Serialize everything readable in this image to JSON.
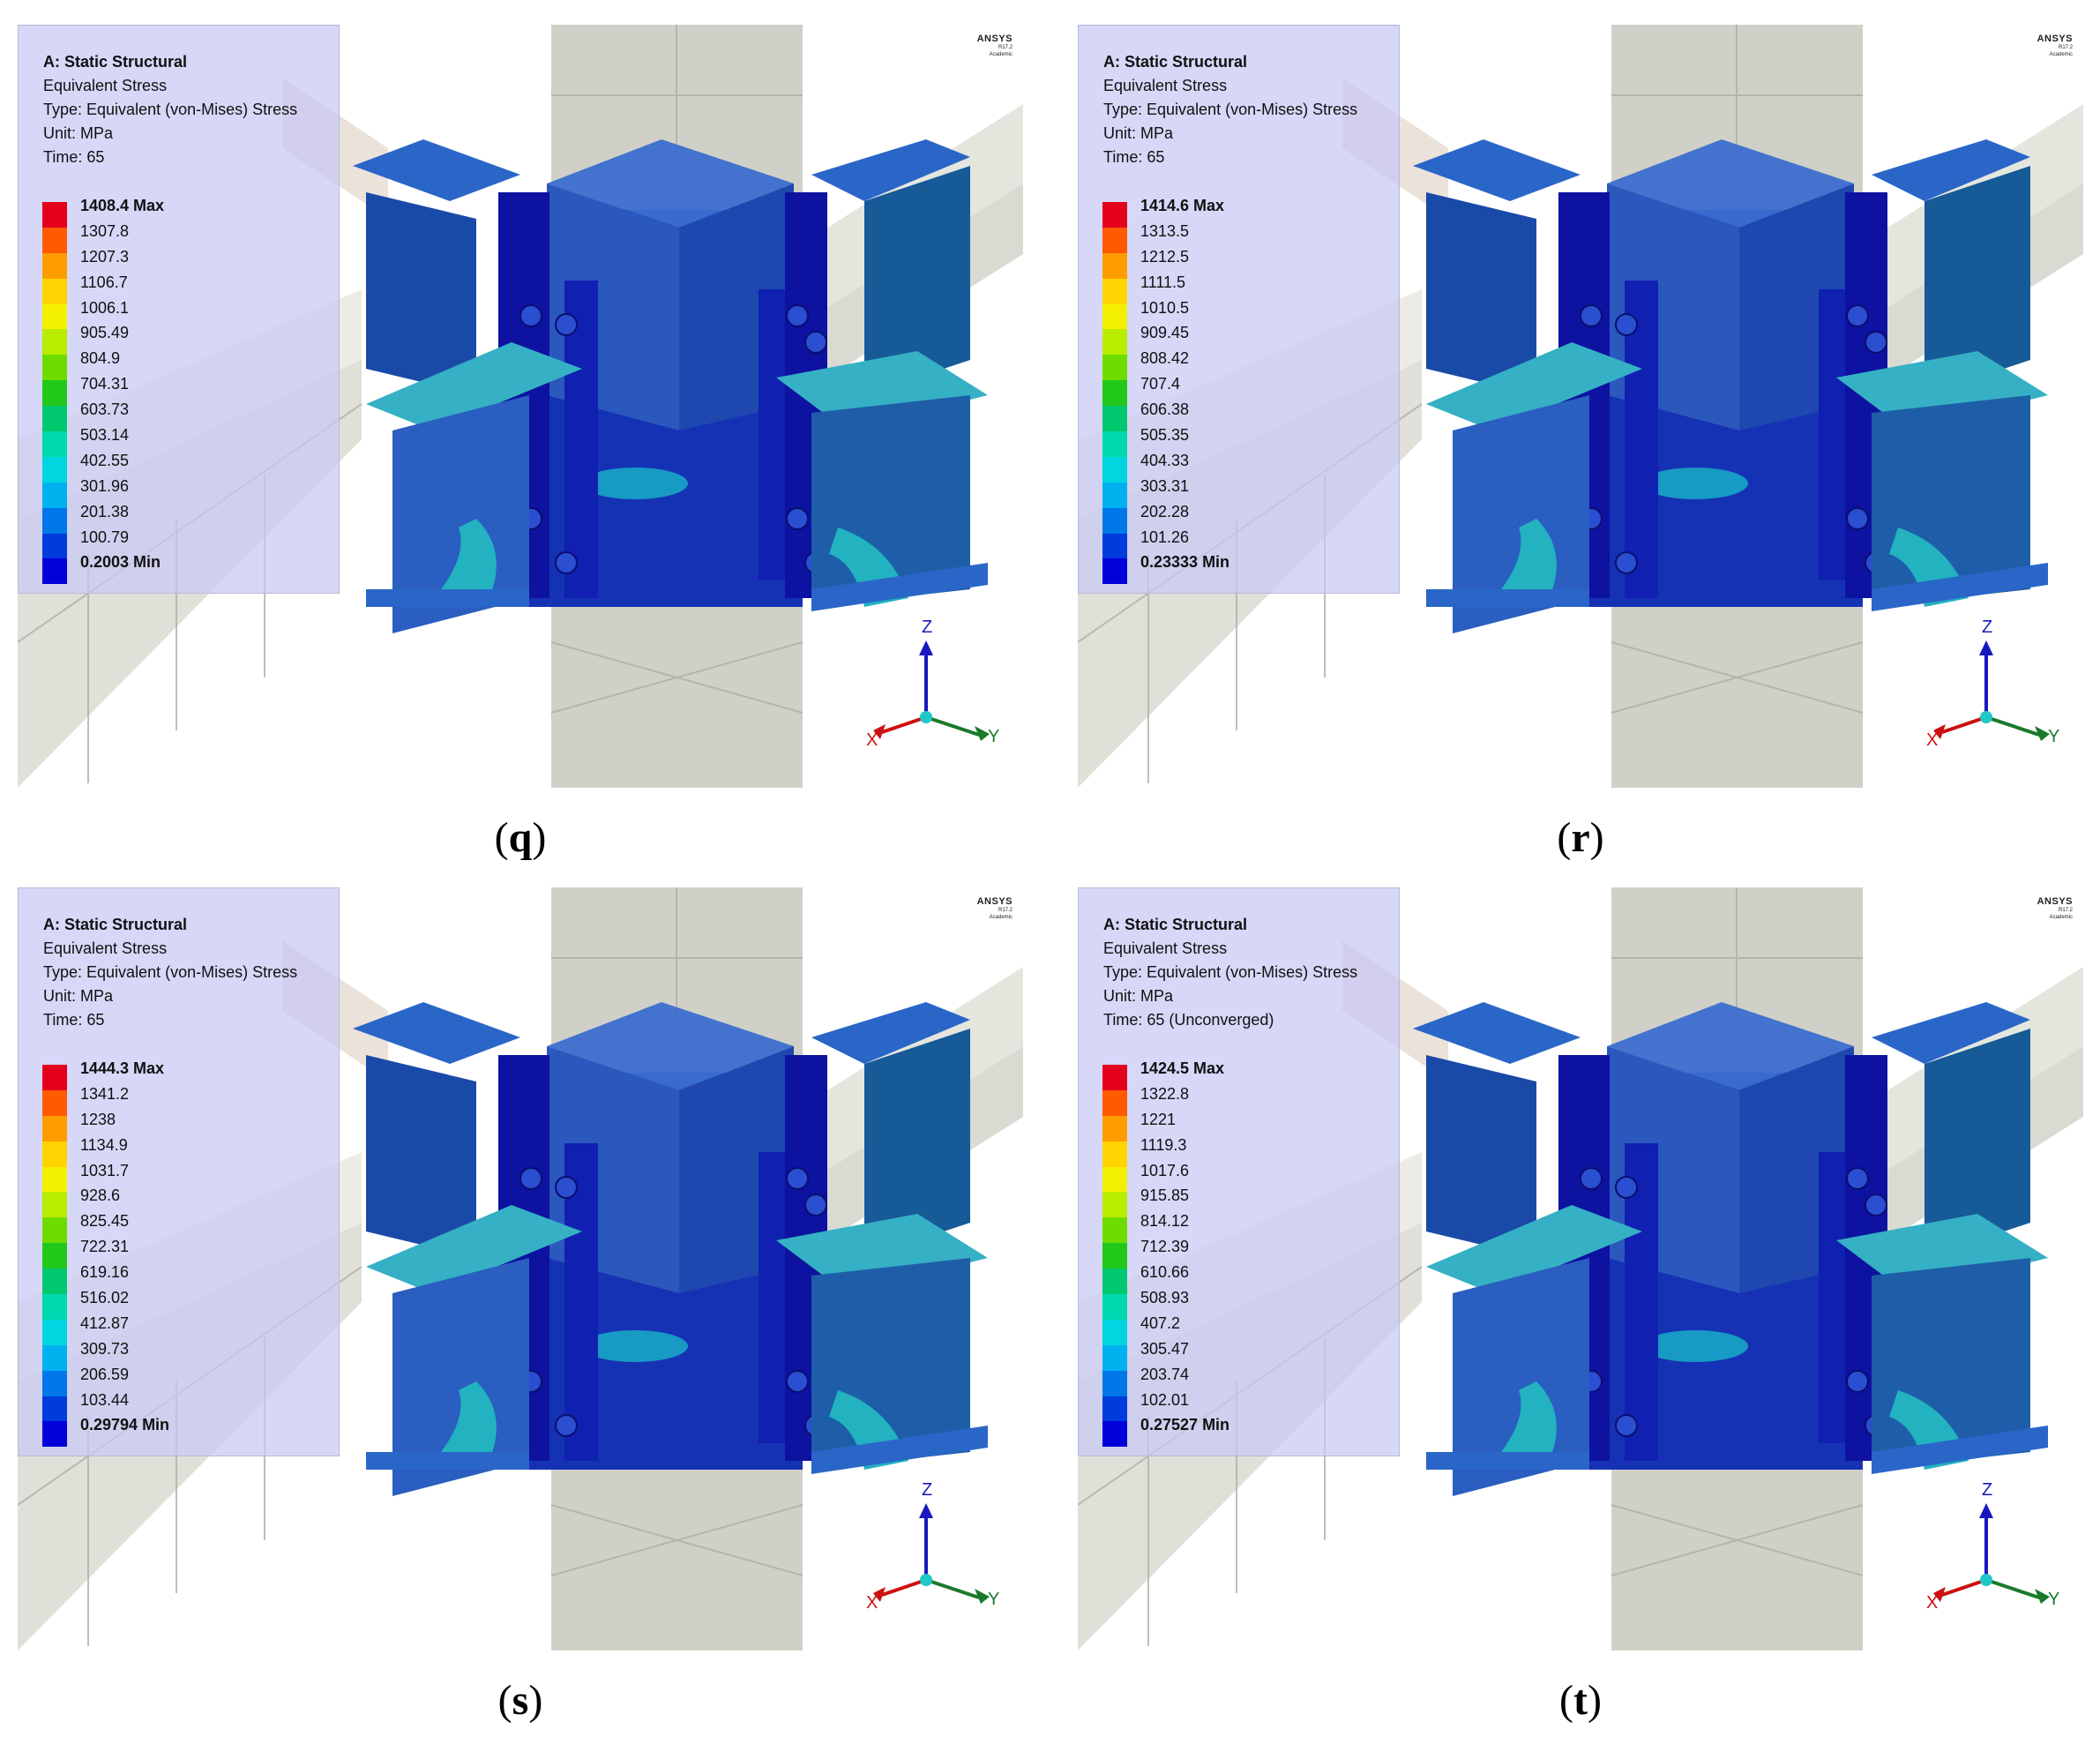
{
  "panels": [
    {
      "id": "q",
      "caption_letter": "q",
      "legend": {
        "title": "A: Static Structural",
        "result": "Equivalent Stress",
        "type": "Type: Equivalent (von-Mises) Stress",
        "unit": "Unit: MPa",
        "time": "Time: 65",
        "levels": [
          "1408.4 Max",
          "1307.8",
          "1207.3",
          "1106.7",
          "1006.1",
          "905.49",
          "804.9",
          "704.31",
          "603.73",
          "503.14",
          "402.55",
          "301.96",
          "201.38",
          "100.79",
          "0.2003 Min"
        ]
      }
    },
    {
      "id": "r",
      "caption_letter": "r",
      "legend": {
        "title": "A: Static Structural",
        "result": "Equivalent Stress",
        "type": "Type: Equivalent (von-Mises) Stress",
        "unit": "Unit: MPa",
        "time": "Time: 65",
        "levels": [
          "1414.6 Max",
          "1313.5",
          "1212.5",
          "1111.5",
          "1010.5",
          "909.45",
          "808.42",
          "707.4",
          "606.38",
          "505.35",
          "404.33",
          "303.31",
          "202.28",
          "101.26",
          "0.23333 Min"
        ]
      }
    },
    {
      "id": "s",
      "caption_letter": "s",
      "legend": {
        "title": "A: Static Structural",
        "result": "Equivalent Stress",
        "type": "Type: Equivalent (von-Mises) Stress",
        "unit": "Unit: MPa",
        "time": "Time: 65",
        "levels": [
          "1444.3 Max",
          "1341.2",
          "1238",
          "1134.9",
          "1031.7",
          "928.6",
          "825.45",
          "722.31",
          "619.16",
          "516.02",
          "412.87",
          "309.73",
          "206.59",
          "103.44",
          "0.29794 Min"
        ]
      }
    },
    {
      "id": "t",
      "caption_letter": "t",
      "legend": {
        "title": "A: Static Structural",
        "result": "Equivalent Stress",
        "type": "Type: Equivalent (von-Mises) Stress",
        "unit": "Unit: MPa",
        "time": "Time: 65 (Unconverged)",
        "levels": [
          "1424.5 Max",
          "1322.8",
          "1221",
          "1119.3",
          "1017.6",
          "915.85",
          "814.12",
          "712.39",
          "610.66",
          "508.93",
          "407.2",
          "305.47",
          "203.74",
          "102.01",
          "0.27527 Min"
        ]
      }
    }
  ],
  "colormap": [
    "#e4001c",
    "#ff5a00",
    "#ff9c00",
    "#ffd400",
    "#f3f000",
    "#b8ec00",
    "#6fdc00",
    "#22c81a",
    "#00c86e",
    "#00d9b0",
    "#00d5e0",
    "#00b1ef",
    "#0077e8",
    "#003bdd",
    "#0000d8"
  ],
  "brand": {
    "name": "ANSYS",
    "version": "R17.2",
    "edition": "Academic"
  },
  "axes": {
    "z": "Z",
    "y": "Y",
    "x": "X"
  },
  "caption_open": "(",
  "caption_close": ")",
  "scene_colors": {
    "dark_blue": "#10139a",
    "medium_blue": "#2046c0",
    "cyan": "#18b4c8",
    "teal_dark": "#175a88",
    "concrete": "#c6c6bc"
  }
}
